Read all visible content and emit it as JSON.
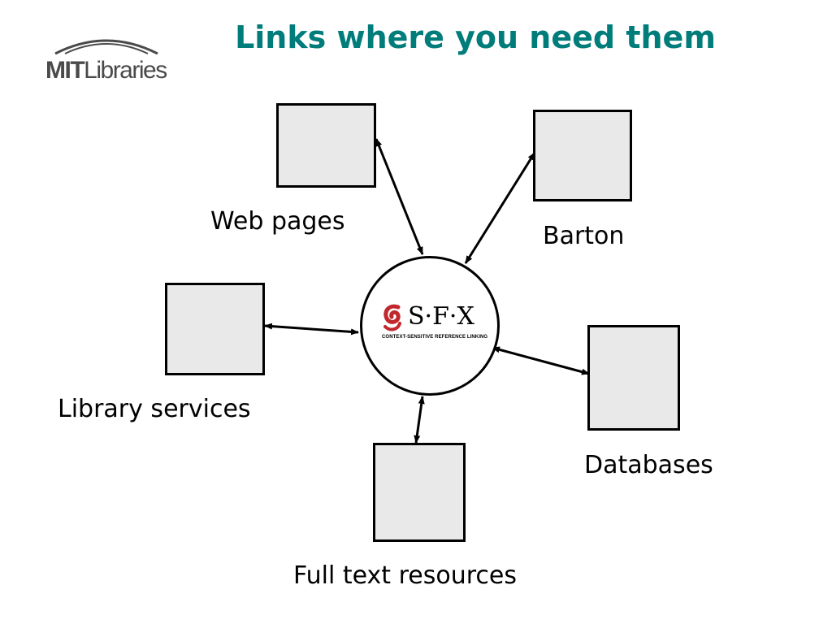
{
  "logo": {
    "bold": "MIT",
    "rest": "Libraries"
  },
  "title": "Links where you need them",
  "hub": {
    "name": "S·F·X",
    "tagline": "CONTEXT-SENSITIVE REFERENCE LINKING",
    "mark_color": "#c0282d"
  },
  "nodes": [
    {
      "id": "web-pages",
      "label": "Web pages"
    },
    {
      "id": "barton",
      "label": "Barton"
    },
    {
      "id": "library-services",
      "label": "Library services"
    },
    {
      "id": "databases",
      "label": "Databases"
    },
    {
      "id": "full-text-resources",
      "label": "Full text resources"
    }
  ],
  "colors": {
    "title": "#007c7a",
    "box_fill": "#e9e9e9",
    "stroke": "#000000"
  }
}
